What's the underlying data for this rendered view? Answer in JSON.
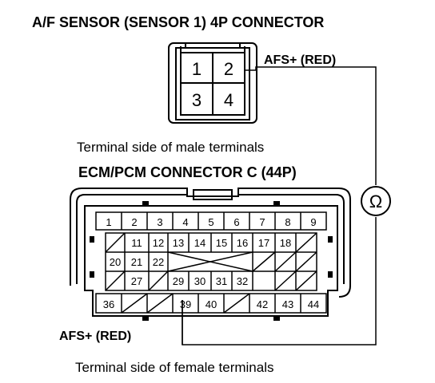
{
  "sensor": {
    "title": "A/F SENSOR (SENSOR 1) 4P CONNECTOR",
    "pins": [
      "1",
      "2",
      "3",
      "4"
    ],
    "caption": "Terminal side of male terminals",
    "wire_label": "AFS+ (RED)"
  },
  "ecm": {
    "title": "ECM/PCM CONNECTOR C (44P)",
    "caption": "Terminal side of female terminals",
    "wire_label": "AFS+ (RED)",
    "rows": [
      [
        "1",
        "2",
        "3",
        "4",
        "5",
        "6",
        "7",
        "8",
        "9"
      ],
      [
        "",
        "11",
        "12",
        "13",
        "14",
        "15",
        "16",
        "17",
        "18",
        ""
      ],
      [
        "20",
        "21",
        "22",
        "",
        "",
        "",
        "",
        ""
      ],
      [
        "",
        "27",
        "",
        "29",
        "30",
        "31",
        "32",
        "",
        ""
      ],
      [
        "36",
        "",
        "",
        "39",
        "40",
        "",
        "42",
        "43",
        "44"
      ]
    ]
  },
  "meter": {
    "symbol": "Ω",
    "name": "ohmmeter"
  }
}
